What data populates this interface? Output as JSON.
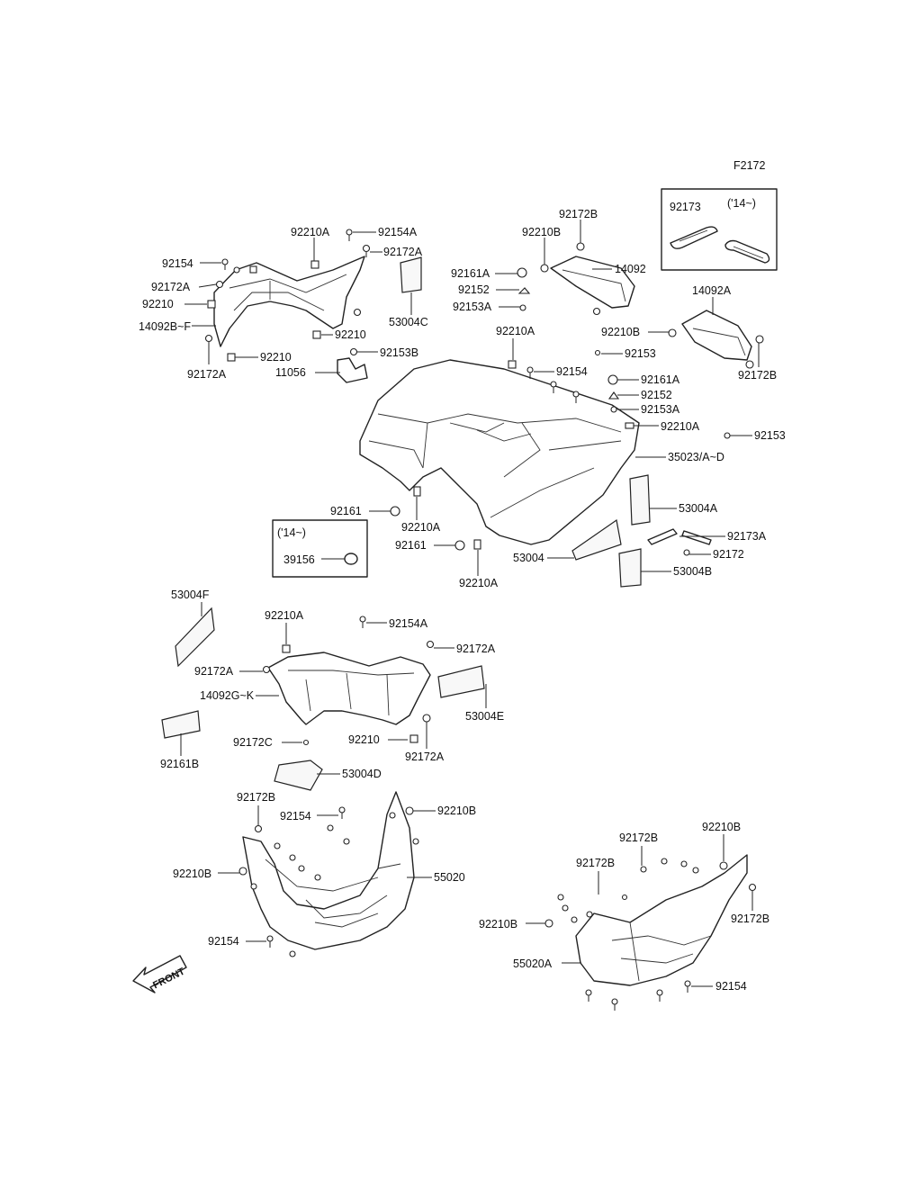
{
  "figure_code": "F2172",
  "front_label": "FRONT",
  "inset_top": {
    "note": "('14~)",
    "part": "92173"
  },
  "inset_mid": {
    "note": "('14~)",
    "part": "39156"
  },
  "labels": {
    "92210A_a": "92210A",
    "92154A_a": "92154A",
    "92172A_a": "92172A",
    "92154_a": "92154",
    "92172A_b": "92172A",
    "92210_a": "92210",
    "14092B-F": "14092B~F",
    "92210_b": "92210",
    "92172A_c": "92172A",
    "11056": "11056",
    "92153B": "92153B",
    "53004C": "53004C",
    "92172B_a": "92172B",
    "92210B_a": "92210B",
    "92161A_a": "92161A",
    "92152_a": "92152",
    "92153A_a": "92153A",
    "14092": "14092",
    "14092A": "14092A",
    "92210B_b": "92210B",
    "92153_a": "92153",
    "92172B_b": "92172B",
    "92210A_b": "92210A",
    "92154_b": "92154",
    "92161A_b": "92161A",
    "92152_b": "92152",
    "92153A_b": "92153A",
    "92210A_c": "92210A",
    "92153_b": "92153",
    "35023": "35023/A~D",
    "53004A": "53004A",
    "92173A": "92173A",
    "92172_a": "92172",
    "53004": "53004",
    "53004B": "53004B",
    "92161_a": "92161",
    "92210A_d": "92210A",
    "92161_b": "92161",
    "92210A_e": "92210A",
    "53004F": "53004F",
    "92210A_f": "92210A",
    "92154A_b": "92154A",
    "92172A_d": "92172A",
    "92172A_e": "92172A",
    "14092G-K": "14092G~K",
    "53004E": "53004E",
    "92161B": "92161B",
    "92172C": "92172C",
    "92210_c": "92210",
    "92172A_f": "92172A",
    "53004D": "53004D",
    "92172B_c": "92172B",
    "92154_c": "92154",
    "92210B_c": "92210B",
    "92210B_d": "92210B",
    "55020": "55020",
    "92154_d": "92154",
    "92172B_d": "92172B",
    "92210B_e": "92210B",
    "92172B_e": "92172B",
    "92172B_f": "92172B",
    "92210B_f": "92210B",
    "55020A": "55020A",
    "92154_e": "92154"
  }
}
